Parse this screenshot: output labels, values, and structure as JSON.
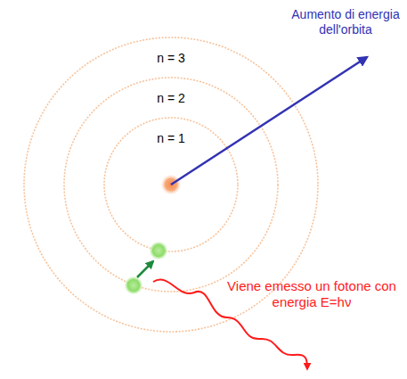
{
  "diagram": {
    "labels": [
      "n = 3",
      "n = 2",
      "n = 1",
      "Aumento di energia dell'orbita",
      "Viene emesso un fotone con energia E=hν"
    ]
  }
}
